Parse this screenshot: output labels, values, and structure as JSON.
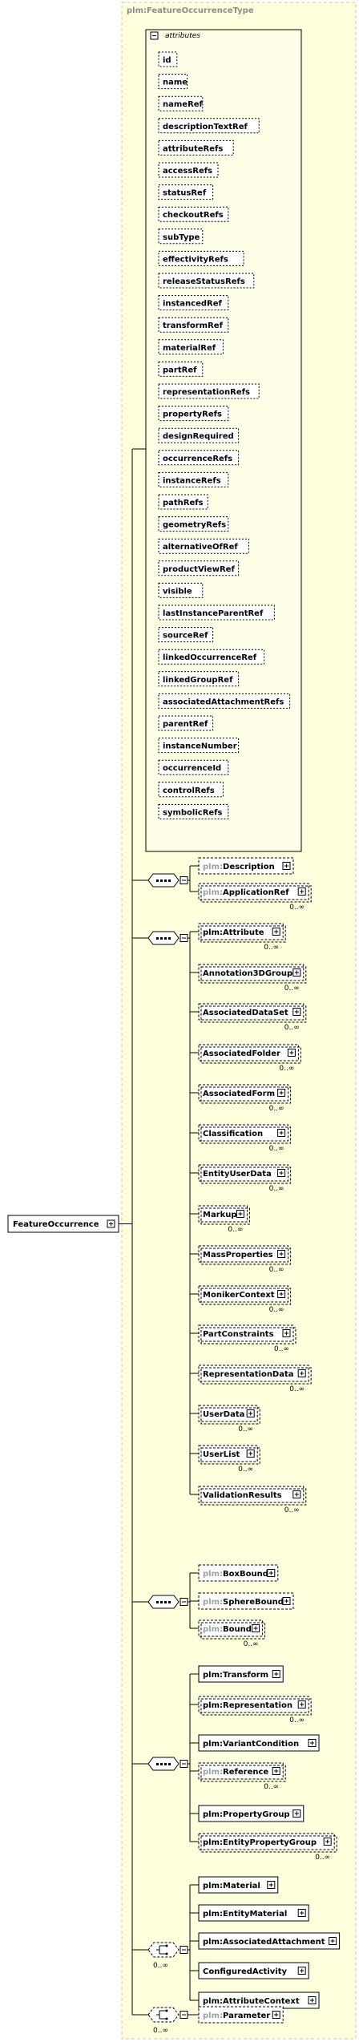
{
  "type_title": "plm:FeatureOccurrenceType",
  "attributes_title": "attributes",
  "root_element": "FeatureOccurrence",
  "attributes": [
    "id",
    "name",
    "nameRef",
    "descriptionTextRef",
    "attributeRefs",
    "accessRefs",
    "statusRef",
    "checkoutRefs",
    "subType",
    "effectivityRefs",
    "releaseStatusRefs",
    "instancedRef",
    "transformRef",
    "materialRef",
    "partRef",
    "representationRefs",
    "propertyRefs",
    "designRequired",
    "occurrenceRefs",
    "instanceRefs",
    "pathRefs",
    "geometryRefs",
    "alternativeOfRef",
    "productViewRef",
    "visible",
    "lastInstanceParentRef",
    "sourceRef",
    "linkedOccurrenceRef",
    "linkedGroupRef",
    "associatedAttachmentRefs",
    "parentRef",
    "instanceNumber",
    "occurrenceId",
    "controlRefs",
    "symbolicRefs"
  ],
  "groups": [
    {
      "items": [
        {
          "ns": "plm:",
          "name": "Description",
          "occ": ""
        },
        {
          "ns": "plm:",
          "name": "ApplicationRef",
          "occ": "0..∞"
        }
      ]
    },
    {
      "items": [
        {
          "ns": "",
          "name": "plm:Attribute",
          "occ": "0..∞"
        },
        {
          "ns": "",
          "name": "Annotation3DGroup",
          "occ": "0..∞"
        },
        {
          "ns": "",
          "name": "AssociatedDataSet",
          "occ": "0..∞"
        },
        {
          "ns": "",
          "name": "AssociatedFolder",
          "occ": "0..∞"
        },
        {
          "ns": "",
          "name": "AssociatedForm",
          "occ": "0..∞"
        },
        {
          "ns": "",
          "name": "Classification",
          "occ": "0..∞"
        },
        {
          "ns": "",
          "name": "EntityUserData",
          "occ": "0..∞"
        },
        {
          "ns": "",
          "name": "Markup",
          "occ": "0..∞"
        },
        {
          "ns": "",
          "name": "MassProperties",
          "occ": "0..∞"
        },
        {
          "ns": "",
          "name": "MonikerContext",
          "occ": "0..∞"
        },
        {
          "ns": "",
          "name": "PartConstraints",
          "occ": "0..∞"
        },
        {
          "ns": "",
          "name": "RepresentationData",
          "occ": "0..∞"
        },
        {
          "ns": "",
          "name": "UserData",
          "occ": "0..∞"
        },
        {
          "ns": "",
          "name": "UserList",
          "occ": "0..∞"
        },
        {
          "ns": "",
          "name": "ValidationResults",
          "occ": "0..∞"
        }
      ]
    },
    {
      "items": [
        {
          "ns": "plm:",
          "name": "BoxBound",
          "occ": ""
        },
        {
          "ns": "plm:",
          "name": "SphereBound",
          "occ": ""
        },
        {
          "ns": "plm:",
          "name": "Bound",
          "occ": "0..∞"
        }
      ]
    },
    {
      "items": [
        {
          "ns": "",
          "name": "plm:Transform",
          "occ": ""
        },
        {
          "ns": "",
          "name": "plm:Representation",
          "occ": "0..∞"
        },
        {
          "ns": "",
          "name": "plm:VariantCondition",
          "occ": ""
        },
        {
          "ns": "plm:",
          "name": "Reference",
          "occ": "0..∞"
        },
        {
          "ns": "",
          "name": "plm:PropertyGroup",
          "occ": ""
        },
        {
          "ns": "",
          "name": "plm:EntityPropertyGroup",
          "occ": "0..∞"
        }
      ]
    },
    {
      "choice_occ": "0..∞",
      "items": [
        {
          "ns": "",
          "name": "plm:Material",
          "occ": ""
        },
        {
          "ns": "",
          "name": "plm:EntityMaterial",
          "occ": ""
        },
        {
          "ns": "",
          "name": "plm:AssociatedAttachment",
          "occ": ""
        },
        {
          "ns": "",
          "name": "ConfiguredActivity",
          "occ": ""
        },
        {
          "ns": "",
          "name": "plm:AttributeContext",
          "occ": ""
        }
      ]
    },
    {
      "choice_occ": "0..∞",
      "items": [
        {
          "ns": "plm:",
          "name": "Parameter",
          "occ": ""
        }
      ]
    }
  ],
  "colors": {
    "type_bg": "#ffffdd",
    "type_border": "#c8c8a0",
    "attr_bg": "#ffffe8",
    "element_border": "#000000",
    "seq_fill": "#ffffff"
  }
}
